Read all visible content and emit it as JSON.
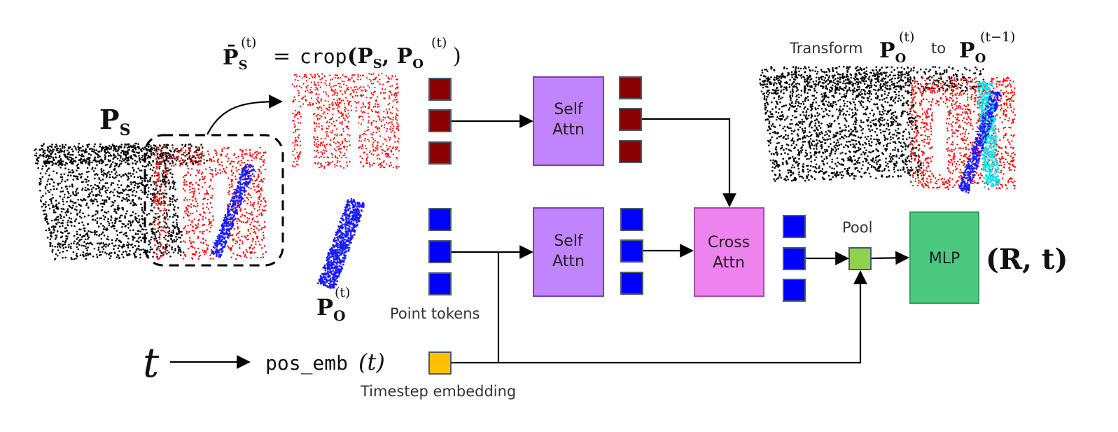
{
  "formulas": {
    "crop_lhs": "P̄",
    "crop_lhs_sub": "S",
    "crop_lhs_sup": "(t)",
    "crop_eq": "=",
    "crop_fn": "crop",
    "crop_args_open": "(P",
    "crop_args_s": "S",
    "crop_args_comma": ", P",
    "crop_args_o": "O",
    "crop_args_sup": "(t)",
    "crop_args_close": ")",
    "scene_symbol": "P",
    "scene_sub": "S",
    "object_symbol": "P",
    "object_sub": "O",
    "object_sup": "(t)",
    "time_symbol": "t",
    "pos_emb_fn": "pos_emb",
    "pos_emb_arg": "(t)",
    "output": "(R, t)"
  },
  "labels": {
    "transform_word": "Transform",
    "transform_to": "to",
    "transform_src_symbol": "P",
    "transform_src_sub": "O",
    "transform_src_sup": "(t)",
    "transform_dst_symbol": "P",
    "transform_dst_sub": "O",
    "transform_dst_sup": "(t−1)",
    "point_tokens": "Point tokens",
    "timestep_embedding": "Timestep embedding",
    "pool": "Pool"
  },
  "blocks": {
    "self_attn_top_l1": "Self",
    "self_attn_top_l2": "Attn",
    "self_attn_bottom_l1": "Self",
    "self_attn_bottom_l2": "Attn",
    "cross_attn_l1": "Cross",
    "cross_attn_l2": "Attn",
    "mlp": "MLP"
  },
  "colors": {
    "scene_points": "#000000",
    "cropped_points": "#ff0000",
    "object_points": "#1a1aff",
    "transformed_points": "#00e5ee",
    "scene_token": "#8b0000",
    "object_token": "#0000ff",
    "time_token": "#ffc000",
    "pool_token": "#8fd14f",
    "self_attn_fill": "#c084fc",
    "self_attn_border": "#7e3fb3",
    "cross_attn_fill": "#ee82ee",
    "cross_attn_border": "#a94aa9",
    "mlp_fill": "#4cc97f",
    "mlp_border": "#2ea060",
    "token_border": "#4a5a6a"
  }
}
